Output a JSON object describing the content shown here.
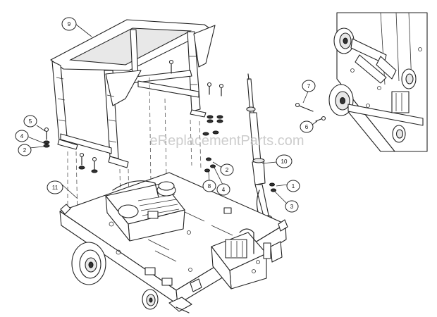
{
  "watermark": "eReplacementParts.com",
  "callouts": [
    {
      "id": "c9",
      "label": "9"
    },
    {
      "id": "c5",
      "label": "5"
    },
    {
      "id": "c4a",
      "label": "4"
    },
    {
      "id": "c2a",
      "label": "2"
    },
    {
      "id": "c7",
      "label": "7"
    },
    {
      "id": "c6",
      "label": "6"
    },
    {
      "id": "c10",
      "label": "10"
    },
    {
      "id": "c2b",
      "label": "2"
    },
    {
      "id": "c8",
      "label": "8"
    },
    {
      "id": "c4b",
      "label": "4"
    },
    {
      "id": "c1",
      "label": "1"
    },
    {
      "id": "c3",
      "label": "3"
    },
    {
      "id": "c11",
      "label": "11"
    }
  ]
}
